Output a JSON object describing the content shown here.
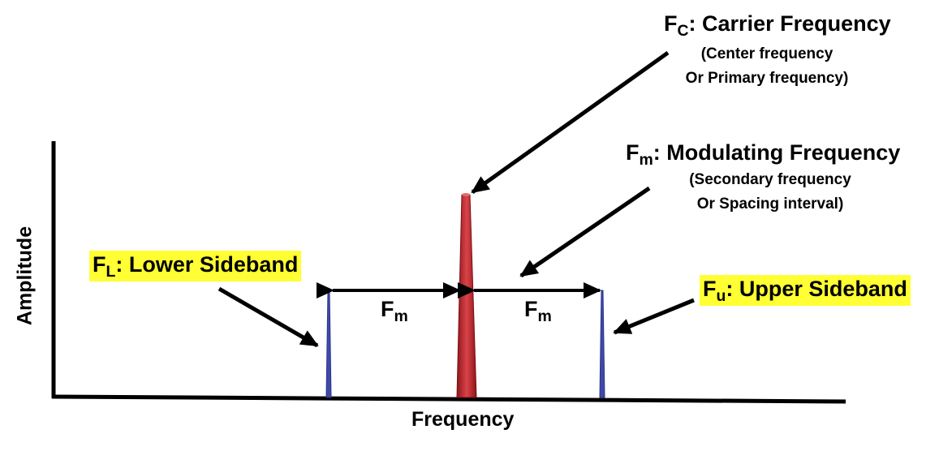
{
  "axes": {
    "x_label": "Frequency",
    "y_label": "Amplitude"
  },
  "carrier": {
    "symbol": "F",
    "subscript": "C",
    "title": ": Carrier Frequency",
    "line1": "(Center frequency",
    "line2": "Or Primary frequency)",
    "color": "#c0262c"
  },
  "modulating": {
    "symbol": "F",
    "subscript": "m",
    "title": ": Modulating Frequency",
    "line1": "(Secondary frequency",
    "line2": "Or Spacing interval)"
  },
  "lower_sideband": {
    "symbol": "F",
    "subscript": "L",
    "title": ": Lower Sideband",
    "highlight": "#ffff33",
    "color": "#3f4aa8"
  },
  "upper_sideband": {
    "symbol": "F",
    "subscript": "u",
    "title": ": Upper Sideband",
    "highlight": "#ffff33",
    "color": "#3f4aa8"
  },
  "spacing_labels": {
    "left": {
      "symbol": "F",
      "subscript": "m"
    },
    "right": {
      "symbol": "F",
      "subscript": "m"
    }
  }
}
